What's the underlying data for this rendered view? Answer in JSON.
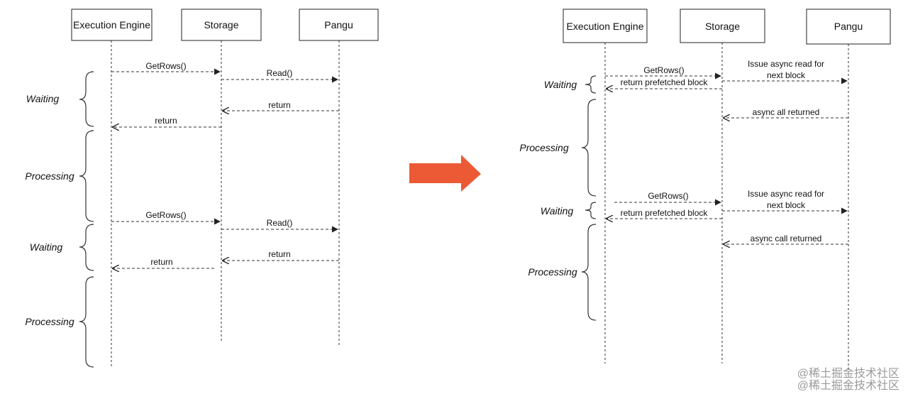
{
  "left": {
    "participants": [
      "Execution Engine",
      "Storage",
      "Pangu"
    ],
    "messages": [
      "GetRows()",
      "Read()",
      "return",
      "return",
      "GetRows()",
      "Read()",
      "return",
      "return"
    ],
    "phases": [
      "Waiting",
      "Processing",
      "Waiting",
      "Processing"
    ]
  },
  "right": {
    "participants": [
      "Execution Engine",
      "Storage",
      "Pangu"
    ],
    "messages": [
      "GetRows()",
      "Issue async read for",
      "next block",
      "return prefetched block",
      "async all returned",
      "GetRows()",
      "Issue async read for",
      "next block",
      "return prefetched block",
      "async call returned"
    ],
    "phases": [
      "Waiting",
      "Processing",
      "Waiting",
      "Processing"
    ]
  },
  "arrow_color": "#ec5a35",
  "watermark": [
    "@稀土掘金技术社区",
    "@稀土掘金技术社区"
  ]
}
